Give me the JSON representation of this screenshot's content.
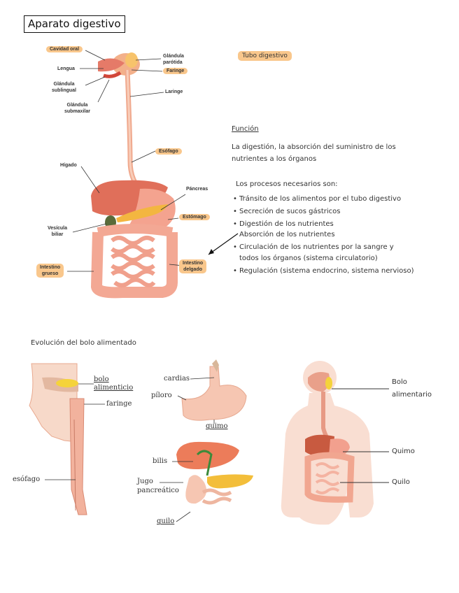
{
  "title": "Aparato digestivo",
  "tube_label": "Tubo digestivo",
  "function": {
    "heading": "Función",
    "text_line1": "La digestión, la absorción del suministro de los",
    "text_line2": "nutrientes a los órganos",
    "processes_intro": "Los procesos necesarios son:",
    "items": [
      {
        "bullet": "•",
        "text": "Tránsito de los alimentos por el tubo digestivo"
      },
      {
        "bullet": "•",
        "text": "Secreción de sucos gástricos"
      },
      {
        "bullet": "•",
        "text": "Digestión de los nutrientes"
      },
      {
        "bullet": "",
        "text": "Absorción de los nutrientes"
      },
      {
        "bullet": "•",
        "text": "Circulación de los nutrientes por la sangre y"
      },
      {
        "bullet": "",
        "text": "todos los órganos (sistema circulatorio)"
      },
      {
        "bullet": "•",
        "text": "Regulación (sistema endocrino, sistema nervioso)"
      }
    ]
  },
  "diagram1": {
    "cavidad_oral": "Cavidad oral",
    "lengua": "Lengua",
    "glandula_sublingual_1": "Glándula",
    "glandula_sublingual_2": "sublingual",
    "glandula_submaxilar_1": "Glándula",
    "glandula_submaxilar_2": "submaxilar",
    "glandula_parotida_1": "Glándula",
    "glandula_parotida_2": "parótida",
    "faringe": "Faringe",
    "laringe": "Laringe",
    "esofago": "Esófago",
    "higado": "Hígado",
    "pancreas": "Páncreas",
    "estomago": "Estómago",
    "vesicula_1": "Vesícula",
    "vesicula_2": "biliar",
    "intestino_grueso_1": "Intestino",
    "intestino_grueso_2": "grueso",
    "intestino_delgado_1": "Intestino",
    "intestino_delgado_2": "delgado"
  },
  "evolucion": {
    "heading": "Evolución del bolo alimentado",
    "head_diagram": {
      "bolo_1": "bolo",
      "bolo_2": "alimenticio",
      "faringe": "faringe",
      "esofago": "esófago"
    },
    "stomach_diagram": {
      "cardias": "cardias",
      "piloro": "píloro",
      "quimo": "quimo"
    },
    "liver_diagram": {
      "bilis": "bilis",
      "jugo_1": "Jugo",
      "jugo_2": "pancreático",
      "quilo": "quilo"
    },
    "body_diagram": {
      "bolo_1": "Bolo",
      "bolo_2": "alimentario",
      "quimo": "Quimo",
      "quilo": "Quilo"
    }
  },
  "colors": {
    "tag_fill": "#f9c78c",
    "organ_pink": "#f2a08e",
    "liver": "#c8553a",
    "pancreas": "#f3b640",
    "body_skin": "#f7d5c6"
  }
}
